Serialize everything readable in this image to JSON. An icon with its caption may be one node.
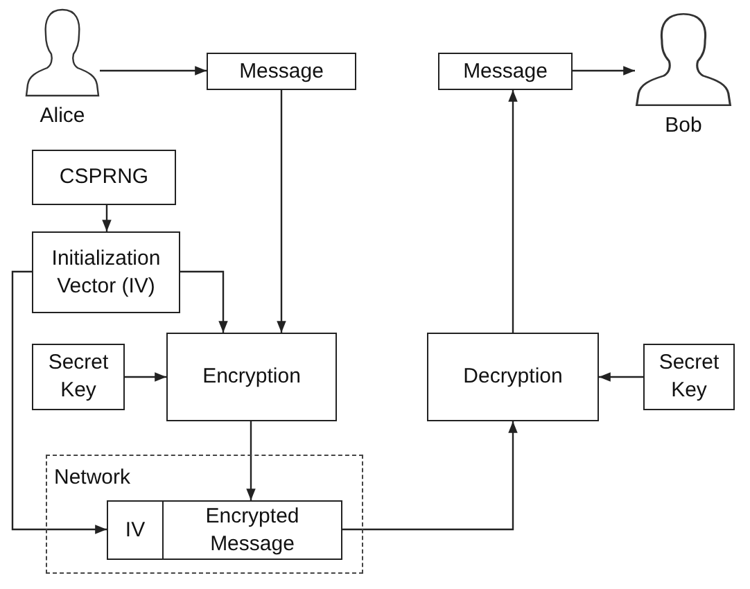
{
  "diagram": {
    "nodes": [
      {
        "text": [],
        "shape": "person",
        "beside": [
          "Alice"
        ]
      },
      {
        "text": [
          "Message"
        ]
      },
      {
        "text": [
          "CSPRNG"
        ]
      },
      {
        "text": [
          "Initialization Vector (IV)"
        ]
      },
      {
        "text": [
          "Secret Key"
        ]
      },
      {
        "text": [
          "Encryption"
        ]
      },
      {
        "text": [
          "Network"
        ]
      },
      {
        "text": [
          "IV"
        ],
        "in": 6
      },
      {
        "text": [
          "Encrypted Message"
        ],
        "in": 6
      },
      {
        "text": [
          "Decryption"
        ]
      },
      {
        "text": [
          "Secret Key"
        ]
      },
      {
        "text": [
          "Message"
        ]
      },
      {
        "text": [],
        "shape": "person",
        "beside": [
          "Bob"
        ]
      }
    ],
    "edges": [
      {
        "from": 0,
        "to": 1,
        "arrow": "to"
      },
      {
        "from": 1,
        "to": 5,
        "arrow": "to"
      },
      {
        "from": 2,
        "to": 3,
        "arrow": "to"
      },
      {
        "from": 3,
        "to": 5,
        "arrow": "to"
      },
      {
        "from": 3,
        "to": 7,
        "arrow": "to"
      },
      {
        "from": 4,
        "to": 5,
        "arrow": "to"
      },
      {
        "from": 5,
        "to": 8,
        "arrow": "to"
      },
      {
        "from": 8,
        "to": 9,
        "arrow": "to"
      },
      {
        "from": 10,
        "to": 9,
        "arrow": "to"
      },
      {
        "from": 9,
        "to": 11,
        "arrow": "to"
      },
      {
        "from": 11,
        "to": 12,
        "arrow": "to"
      }
    ]
  }
}
